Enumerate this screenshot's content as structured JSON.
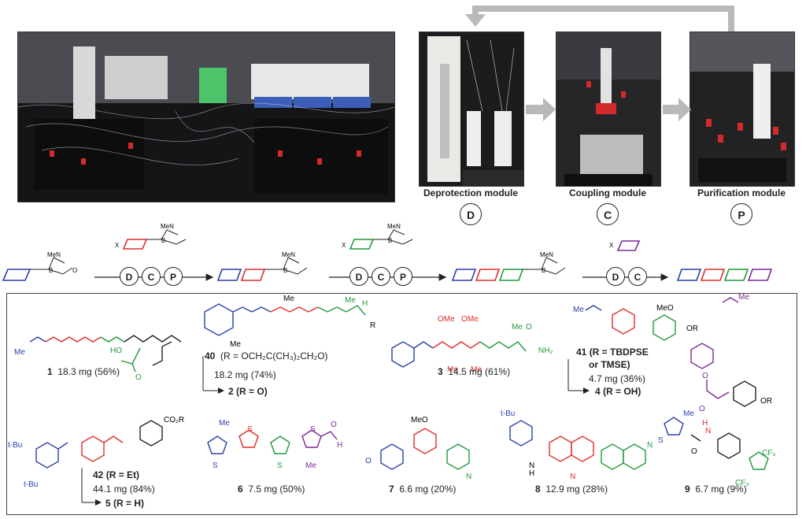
{
  "modules": {
    "deprotection": {
      "label": "Deprotection module",
      "letter": "D"
    },
    "coupling": {
      "label": "Coupling module",
      "letter": "C"
    },
    "purification": {
      "label": "Purification module",
      "letter": "P"
    }
  },
  "sequence": {
    "step_letters": [
      "D",
      "C",
      "P"
    ],
    "mida_atoms": {
      "me_n": "MeN",
      "b": "B",
      "o": "O",
      "x": "X"
    }
  },
  "compounds": [
    {
      "id": "1",
      "caption": "18.3 mg (56%)"
    },
    {
      "id": "40",
      "caption": "(R = OCH₂C(CH₃)₂CH₂O)"
    },
    {
      "id": "40_yield",
      "caption": "18.2 mg (74%)"
    },
    {
      "id": "2",
      "caption": "(R = O)"
    },
    {
      "id": "3",
      "caption": "14.5 mg (61%)"
    },
    {
      "id": "41",
      "caption": "(R = TBDPSE"
    },
    {
      "id": "41_b",
      "caption": "or TMSE)"
    },
    {
      "id": "41_yield",
      "caption": "4.7 mg (36%)"
    },
    {
      "id": "4",
      "caption": "(R = OH)"
    },
    {
      "id": "42",
      "caption": "(R = Et)"
    },
    {
      "id": "42_yield",
      "caption": "44.1 mg (84%)"
    },
    {
      "id": "5",
      "caption": "(R = H)"
    },
    {
      "id": "6",
      "caption": "7.5 mg (50%)"
    },
    {
      "id": "7",
      "caption": "6.6 mg (20%)"
    },
    {
      "id": "8",
      "caption": "12.9 mg (28%)"
    },
    {
      "id": "9",
      "caption": "6.7 mg (9%)"
    }
  ],
  "atom_labels": {
    "me": "Me",
    "ho": "HO",
    "o": "O",
    "r": "R",
    "h": "H",
    "ome": "OMe",
    "nh2": "NH₂",
    "meo": "MeO",
    "or": "OR",
    "co2r": "CO₂R",
    "tbu": "t-Bu",
    "s": "S",
    "n": "N",
    "cf3": "CF₃"
  },
  "colors": {
    "blue": "#2b3fa8",
    "red": "#e02b2b",
    "green": "#1f9a3a",
    "purple": "#7a2a96",
    "arrow_gray": "#b9b9b9"
  }
}
